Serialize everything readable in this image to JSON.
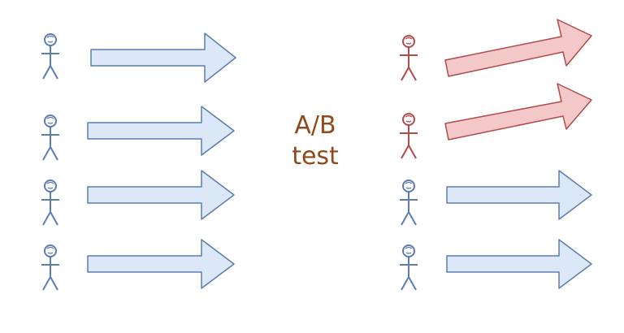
{
  "label": {
    "line1": "A/B",
    "line2": "test"
  },
  "colors": {
    "control_stroke": "#5b7db0",
    "control_fill": "#dce8f8",
    "variant_stroke": "#b14a4a",
    "variant_fill": "#f4c8c8",
    "label_color": "#8e4a1c"
  },
  "groups": {
    "left": {
      "people": [
        {
          "variant": "control"
        },
        {
          "variant": "control"
        },
        {
          "variant": "control"
        },
        {
          "variant": "control"
        }
      ]
    },
    "right": {
      "people": [
        {
          "variant": "variant"
        },
        {
          "variant": "variant"
        },
        {
          "variant": "control"
        },
        {
          "variant": "control"
        }
      ]
    }
  }
}
